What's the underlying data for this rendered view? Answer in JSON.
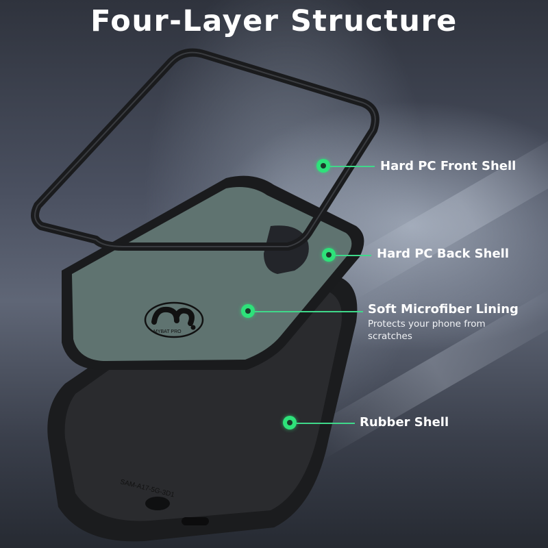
{
  "title": "Four-Layer Structure",
  "callouts": [
    {
      "label": "Hard PC Front Shell"
    },
    {
      "label": "Hard PC Back Shell"
    },
    {
      "label": "Soft Microfiber Lining",
      "description": "Protects your phone from scratches"
    },
    {
      "label": "Rubber Shell"
    }
  ],
  "product": {
    "logo_text": "MYBAT PRO",
    "model_imprint": "SAM-A17-5G-3D1"
  },
  "colors": {
    "accent": "#2ee27a",
    "lining": "#5f7370",
    "case": "#1d1e20"
  }
}
